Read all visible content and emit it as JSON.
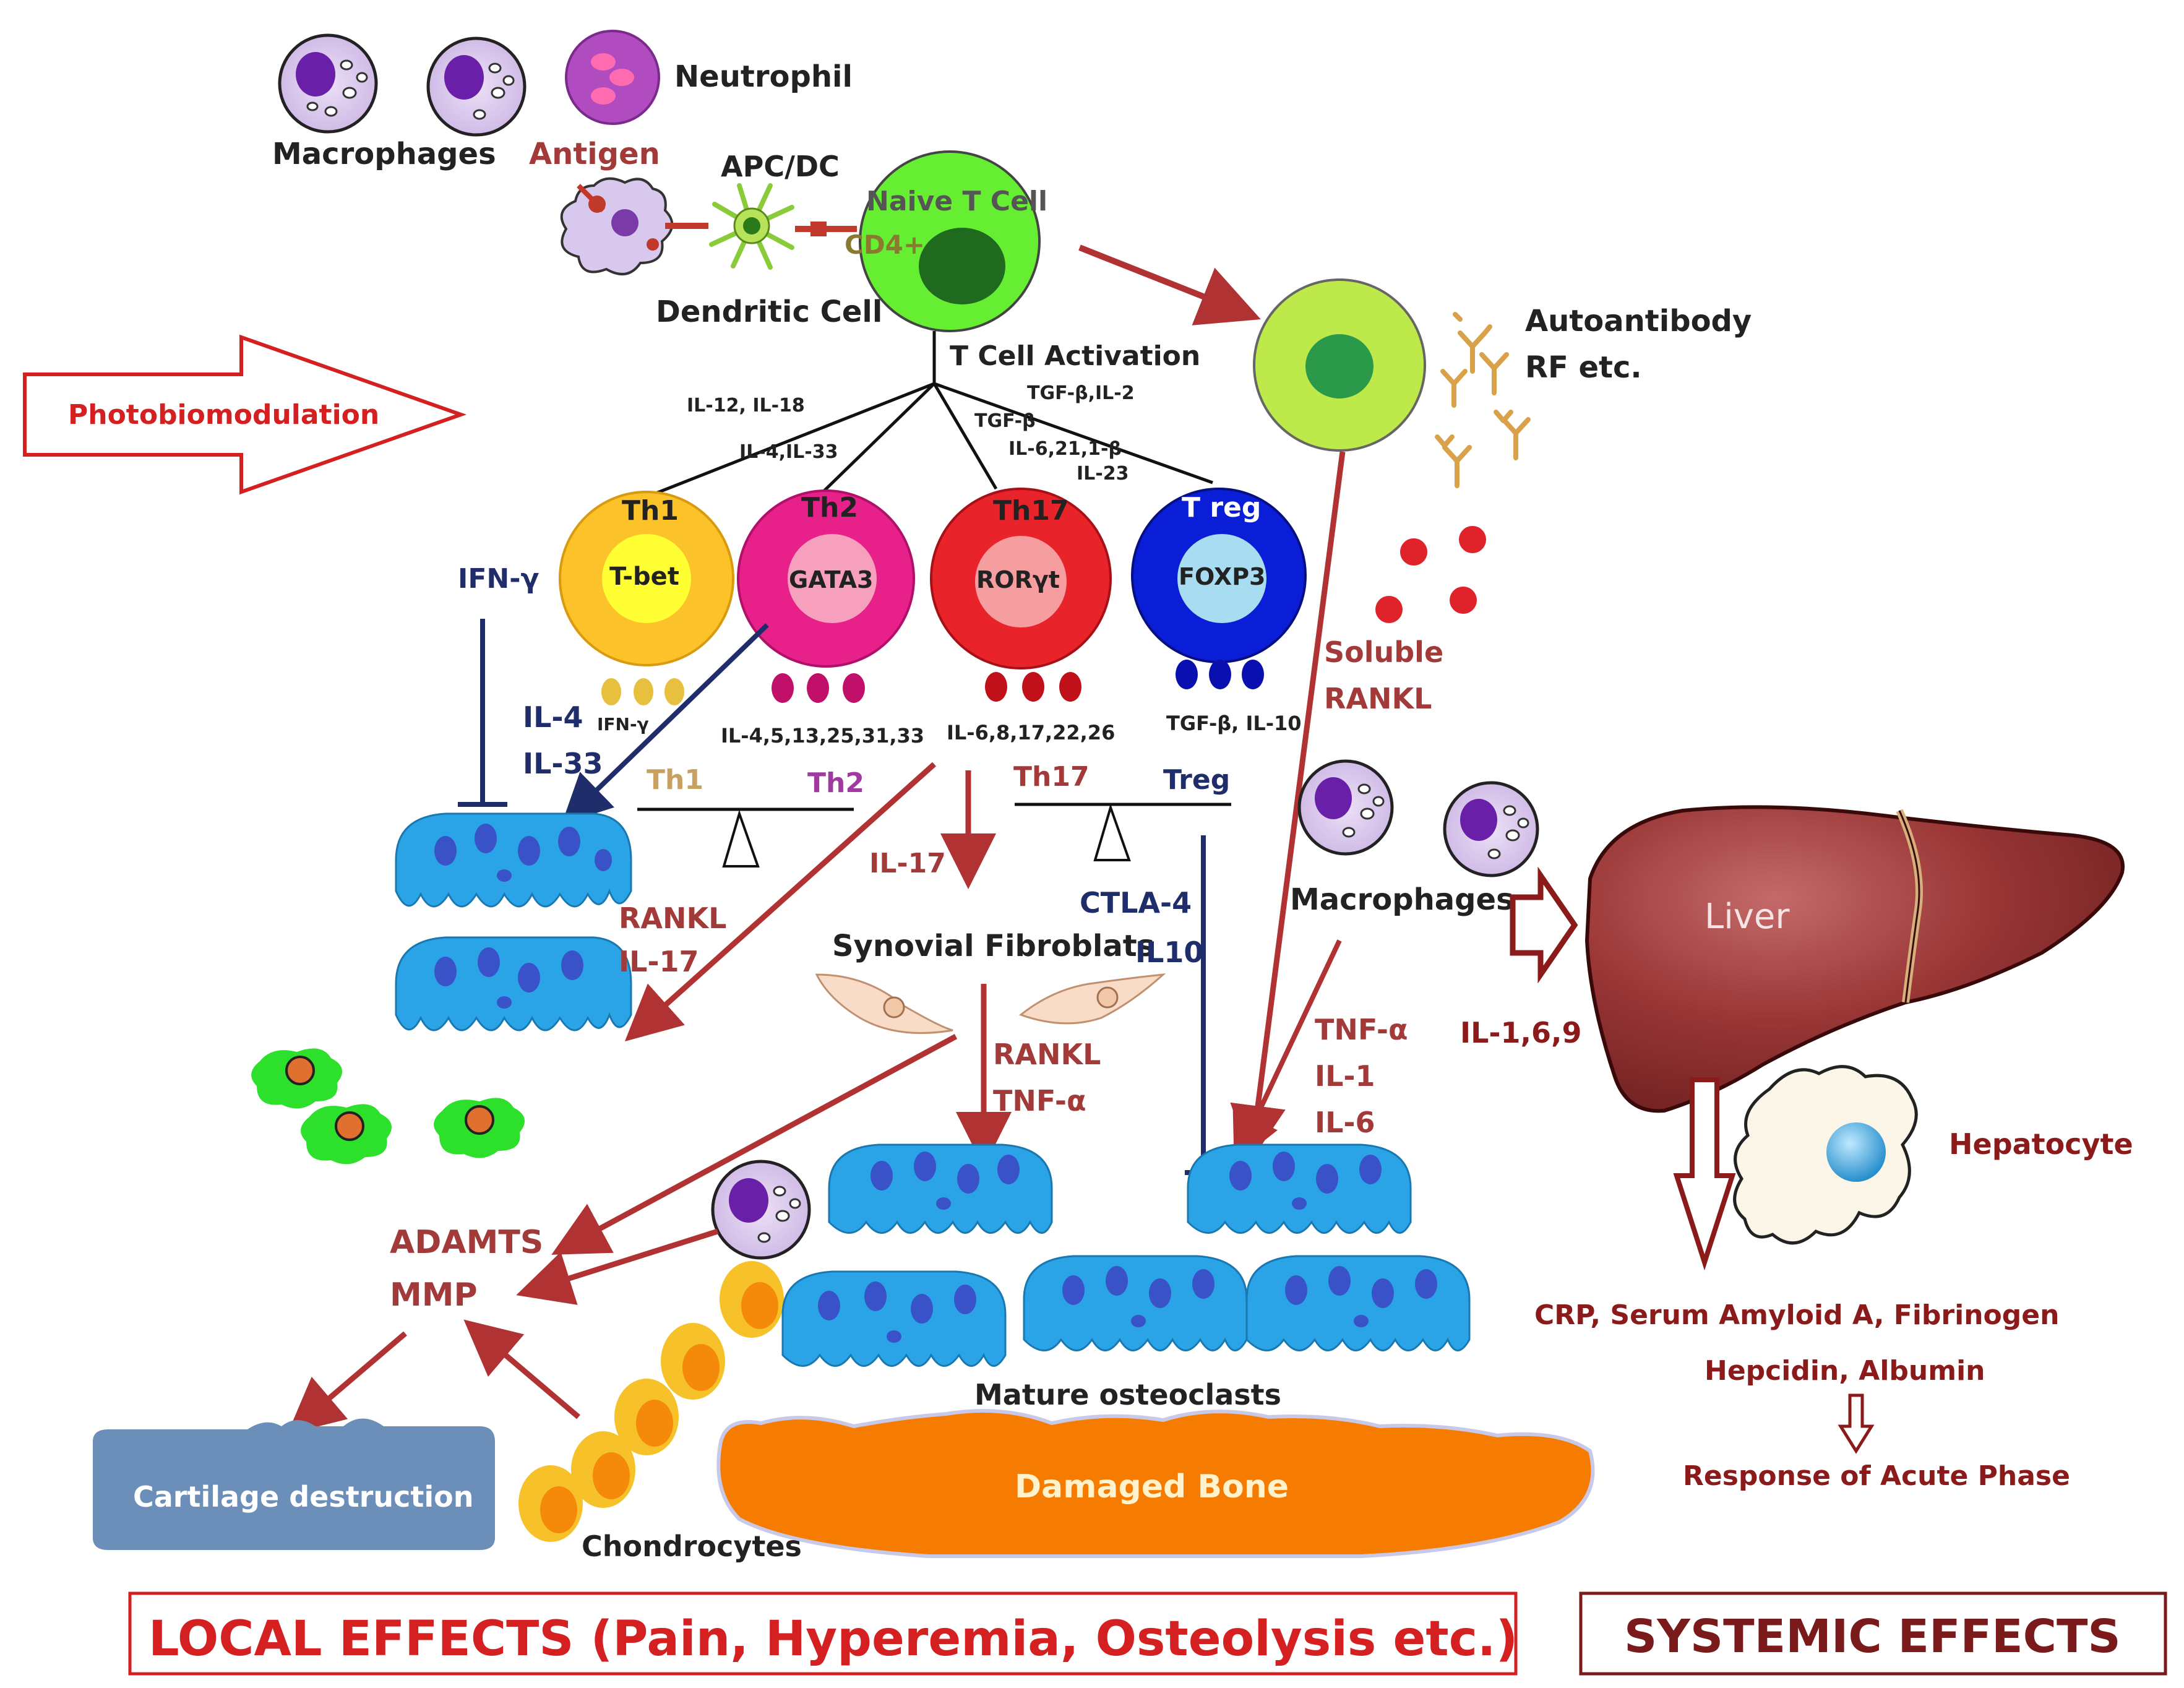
{
  "labels": {
    "macrophages_top": "Macrophages",
    "neutrophil": "Neutrophil",
    "antigen": "Antigen",
    "apc_dc": "APC/DC",
    "naive_t_cell": "Naive T Cell",
    "cd4": "CD4+",
    "dendritic_cell": "Dendritic Cell",
    "t_cell_activation": "T Cell Activation",
    "autoantibody": "Autoantibody",
    "rf_etc": "RF etc.",
    "photobiomodulation": "Photobiomodulation",
    "il12_il18": "IL-12, IL-18",
    "il4_il33_top": "IL-4,IL-33",
    "tgfb_il2": "TGF-β,IL-2",
    "tgfb": "TGF-β",
    "il6_21_1b": "IL-6,21,1-β",
    "il23": "IL-23",
    "th1": "Th1",
    "tbet": "T-bet",
    "th2": "Th2",
    "gata3": "GATA3",
    "th17": "Th17",
    "roryt": "RORγt",
    "treg": "T reg",
    "foxp3": "FOXP3",
    "ifng_left": "IFN-γ",
    "ifng_small": "IFN-γ",
    "th2_cytokines": "IL-4,5,13,25,31,33",
    "th17_cytokines": "IL-6,8,17,22,26",
    "treg_cytokines": "TGF-β, IL-10",
    "il4": "IL-4",
    "il33": "IL-33",
    "bal_th1": "Th1",
    "bal_th2": "Th2",
    "bal_th17": "Th17",
    "bal_treg": "Treg",
    "soluble": "Soluble",
    "rankl_right": "RANKL",
    "macrophages_mid": "Macrophages",
    "liver": "Liver",
    "il17_center": "IL-17",
    "rankl_left": "RANKL",
    "il17_left": "IL-17",
    "synovial": "Synovial Fibroblats",
    "ctla4": "CTLA-4",
    "il10": "IL10",
    "il169": "IL-1,6,9",
    "rankl_center": "RANKL",
    "tnfa_center": "TNF-α",
    "tnfa_right": "TNF-α",
    "il1_right": "IL-1",
    "il6_right": "IL-6",
    "hepatocyte": "Hepatocyte",
    "adamts": "ADAMTS",
    "mmp": "MMP",
    "crp": "CRP, Serum Amyloid A, Fibrinogen",
    "hepcidin": "Hepcidin, Albumin",
    "acute": "Response of Acute Phase",
    "mature_osteoclasts": "Mature osteoclasts",
    "damaged_bone": "Damaged Bone",
    "cartilage": "Cartilage destruction",
    "chondrocytes": "Chondrocytes",
    "local_effects": "LOCAL EFFECTS (Pain, Hyperemia, Osteolysis etc.)",
    "systemic_effects": "SYSTEMIC EFFECTS"
  },
  "colors": {
    "dark_red": "#a33a3a",
    "red_arrow": "#c0392b",
    "navy": "#1f2d6b",
    "blue_osteoclast": "#2aa4e6",
    "liver": "#8b2c2c",
    "bone": "#f57c00",
    "cartilage": "#6b8fb8",
    "local_red": "#d42020",
    "systemic_red": "#7a1a1a"
  }
}
